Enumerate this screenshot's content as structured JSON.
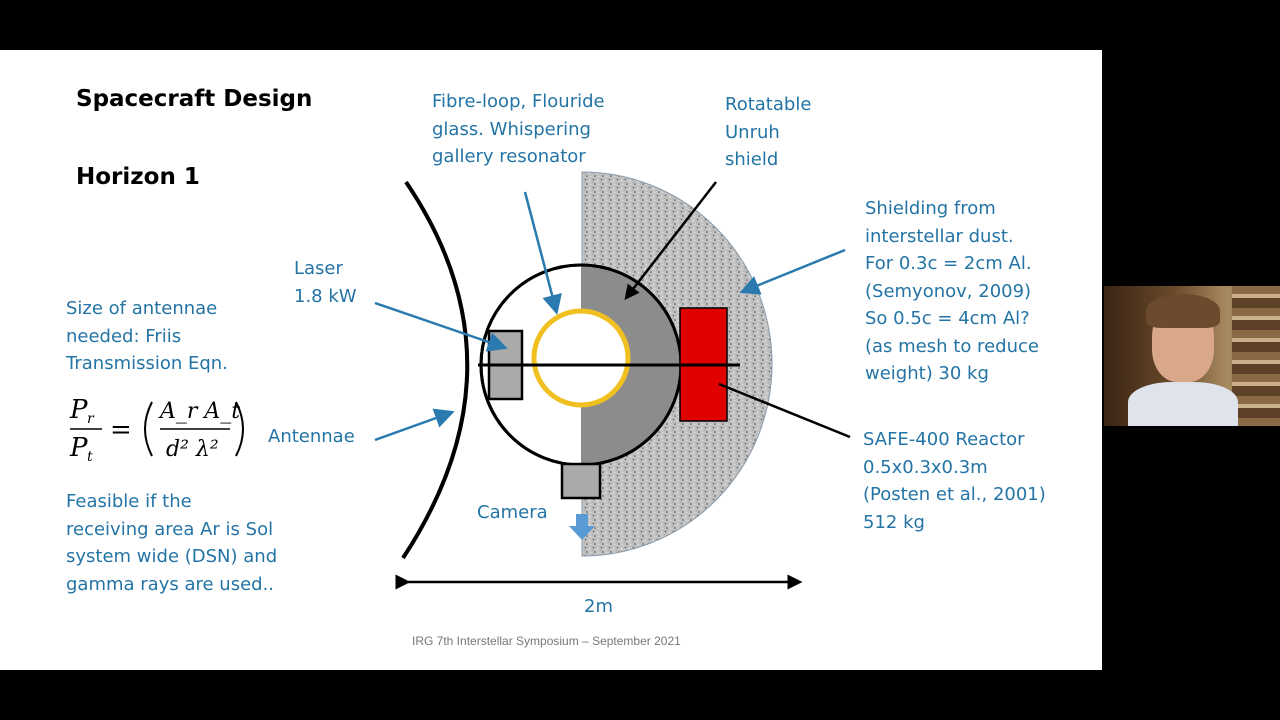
{
  "slide": {
    "title": "Spacecraft Design",
    "subtitle": "Horizon 1",
    "antenna_size_text": "Size of antennae\nneeded: Friis\nTransmission Eqn.",
    "formula": {
      "lhs_num": "P",
      "lhs_num_sub": "r",
      "lhs_den": "P",
      "lhs_den_sub": "t",
      "equals": "=",
      "rhs_num": "A_r A_t",
      "rhs_den": "d² λ²"
    },
    "feasible_text": "Feasible if the\nreceiving area Ar is Sol\nsystem wide (DSN) and\ngamma rays are used..",
    "footer": "IRG 7th Interstellar Symposium – September 2021"
  },
  "diagram": {
    "labels": {
      "fibre": "Fibre-loop, Flouride\nglass. Whispering\ngallery resonator",
      "unruh": "Rotatable\nUnruh\nshield",
      "laser": "Laser\n1.8 kW",
      "antennae": "Antennae",
      "camera": "Camera",
      "shielding": "Shielding from\ninterstellar dust.\nFor 0.3c = 2cm Al.\n(Semyonov, 2009)\nSo 0.5c = 4cm Al?\n(as mesh to reduce\nweight) 30 kg",
      "reactor": "SAFE-400 Reactor\n0.5x0.3x0.3m\n(Posten et al., 2001)\n512 kg",
      "scale": "2m"
    },
    "colors": {
      "text": "#2474a6",
      "reactor": "#e00000",
      "resonator": "#f0c020",
      "shield": "#bdbdbd",
      "hub_gray": "#8c8c8c",
      "box_gray": "#aaaaaa",
      "arrow": "#2a7ab0",
      "camera_arrow": "#5b9bd5"
    }
  }
}
